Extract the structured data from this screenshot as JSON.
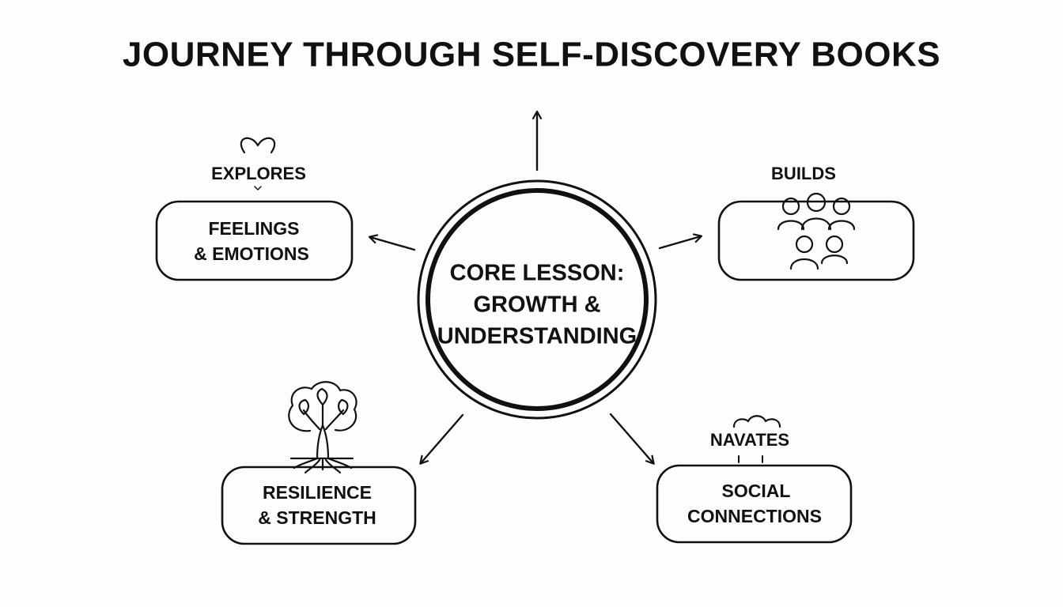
{
  "title": "JOURNEY THROUGH SELF-DISCOVERY BOOKS",
  "core": {
    "lines": [
      "CORE LESSON:",
      "GROWTH &",
      "UNDERSTANDING"
    ]
  },
  "nodes": {
    "feelings": {
      "tag": "EXPLORES",
      "lines": [
        "FEELINGS",
        "& EMOTIONS"
      ],
      "icon": "heart-icon"
    },
    "builds": {
      "tag": "BUILDS",
      "lines": [],
      "icon": "people-group-icon"
    },
    "resilience": {
      "tag": "",
      "lines": [
        "RESILIENCE",
        "& STRENGTH"
      ],
      "icon": "tree-roots-icon"
    },
    "social": {
      "tag": "NAVATES",
      "lines": [
        "SOCIAL",
        "CONNECTIONS"
      ],
      "icon": "cloud-bridge-icon"
    }
  },
  "colors": {
    "ink": "#111111",
    "background": "#fdfdfd"
  }
}
